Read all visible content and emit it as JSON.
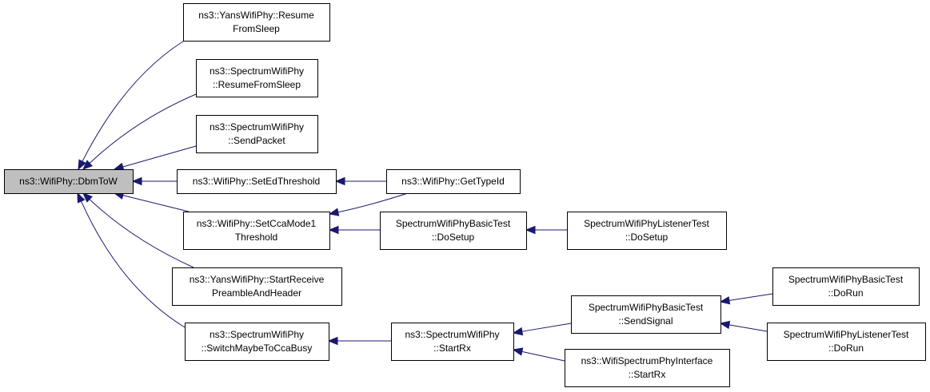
{
  "nodes": {
    "dbm_to_w": {
      "lines": [
        "ns3::WifiPhy::DbmToW"
      ],
      "root": true
    },
    "yans_resume": {
      "lines": [
        "ns3::YansWifiPhy::Resume",
        "FromSleep"
      ]
    },
    "spectrum_resume": {
      "lines": [
        "ns3::SpectrumWifiPhy",
        "::ResumeFromSleep"
      ]
    },
    "spectrum_sendpacket": {
      "lines": [
        "ns3::SpectrumWifiPhy",
        "::SendPacket"
      ]
    },
    "set_ed_threshold": {
      "lines": [
        "ns3::WifiPhy::SetEdThreshold"
      ]
    },
    "get_type_id": {
      "lines": [
        "ns3::WifiPhy::GetTypeId"
      ]
    },
    "set_cca_mode1": {
      "lines": [
        "ns3::WifiPhy::SetCcaMode1",
        "Threshold"
      ]
    },
    "basic_test_dosetup": {
      "lines": [
        "SpectrumWifiPhyBasicTest",
        "::DoSetup"
      ]
    },
    "listener_test_dosetup": {
      "lines": [
        "SpectrumWifiPhyListenerTest",
        "::DoSetup"
      ]
    },
    "yans_start_receive": {
      "lines": [
        "ns3::YansWifiPhy::StartReceive",
        "PreambleAndHeader"
      ]
    },
    "spectrum_switch": {
      "lines": [
        "ns3::SpectrumWifiPhy",
        "::SwitchMaybeToCcaBusy"
      ]
    },
    "spectrum_startrx": {
      "lines": [
        "ns3::SpectrumWifiPhy",
        "::StartRx"
      ]
    },
    "basic_test_sendsignal": {
      "lines": [
        "SpectrumWifiPhyBasicTest",
        "::SendSignal"
      ]
    },
    "basic_test_dorun": {
      "lines": [
        "SpectrumWifiPhyBasicTest",
        "::DoRun"
      ]
    },
    "listener_test_dorun": {
      "lines": [
        "SpectrumWifiPhyListenerTest",
        "::DoRun"
      ]
    },
    "interface_startrx": {
      "lines": [
        "ns3::WifiSpectrumPhyInterface",
        "::StartRx"
      ]
    }
  },
  "edges": [
    {
      "from": "yans_resume",
      "to": "dbm_to_w"
    },
    {
      "from": "spectrum_resume",
      "to": "dbm_to_w"
    },
    {
      "from": "spectrum_sendpacket",
      "to": "dbm_to_w"
    },
    {
      "from": "set_ed_threshold",
      "to": "dbm_to_w"
    },
    {
      "from": "set_cca_mode1",
      "to": "dbm_to_w"
    },
    {
      "from": "yans_start_receive",
      "to": "dbm_to_w"
    },
    {
      "from": "spectrum_switch",
      "to": "dbm_to_w"
    },
    {
      "from": "get_type_id",
      "to": "set_ed_threshold"
    },
    {
      "from": "get_type_id",
      "to": "set_cca_mode1"
    },
    {
      "from": "basic_test_dosetup",
      "to": "set_cca_mode1"
    },
    {
      "from": "listener_test_dosetup",
      "to": "basic_test_dosetup"
    },
    {
      "from": "spectrum_startrx",
      "to": "spectrum_switch"
    },
    {
      "from": "basic_test_sendsignal",
      "to": "spectrum_startrx"
    },
    {
      "from": "interface_startrx",
      "to": "spectrum_startrx"
    },
    {
      "from": "basic_test_dorun",
      "to": "basic_test_sendsignal"
    },
    {
      "from": "listener_test_dorun",
      "to": "basic_test_sendsignal"
    }
  ],
  "colors": {
    "edge": "#191970",
    "root_fill": "#bfbfbf",
    "node_fill": "#ffffff",
    "border": "#000000"
  }
}
